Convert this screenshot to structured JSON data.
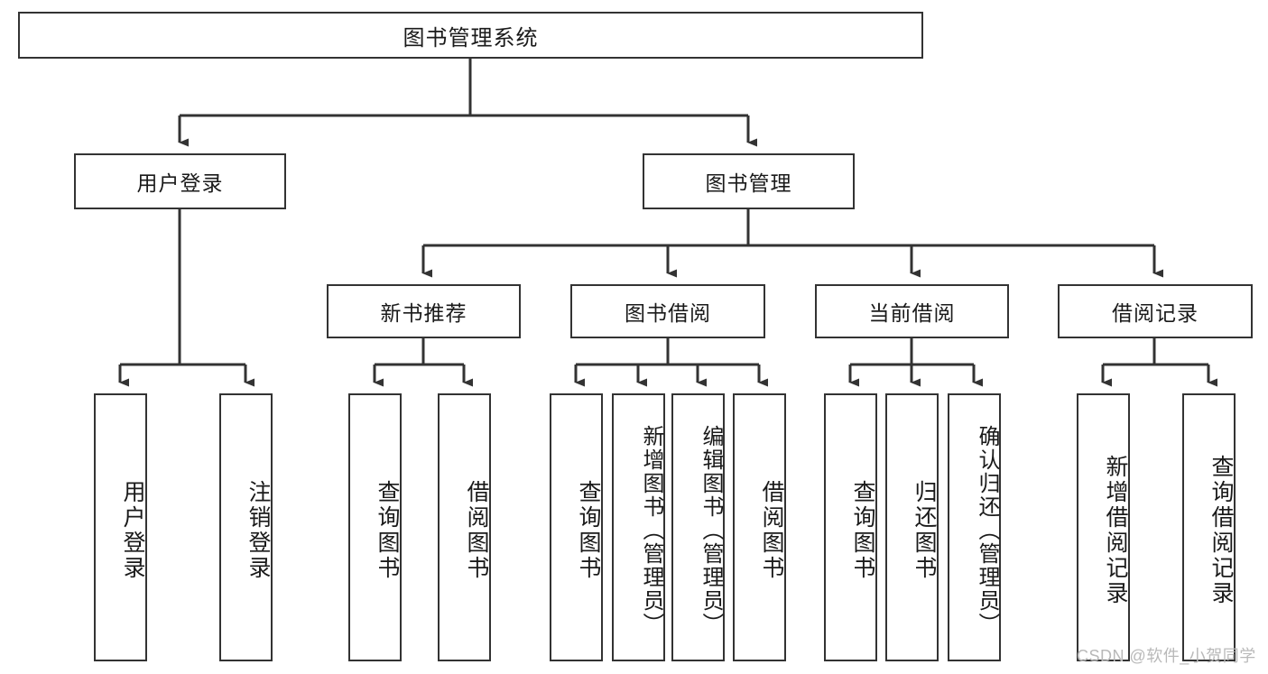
{
  "diagram": {
    "type": "tree-hierarchy",
    "title": "图书管理系统",
    "root": {
      "label": "图书管理系统"
    },
    "level2": [
      {
        "label": "用户登录"
      },
      {
        "label": "图书管理"
      }
    ],
    "level3": [
      {
        "label": "新书推荐"
      },
      {
        "label": "图书借阅"
      },
      {
        "label": "当前借阅"
      },
      {
        "label": "借阅记录"
      }
    ],
    "leaves": {
      "user_login": [
        {
          "label": "用户登录"
        },
        {
          "label": "注销登录"
        }
      ],
      "new_book_recommend": [
        {
          "label": "查询图书"
        },
        {
          "label": "借阅图书"
        }
      ],
      "book_borrow": [
        {
          "label": "查询图书"
        },
        {
          "label": "新增图书（管理员）"
        },
        {
          "label": "编辑图书（管理员）"
        },
        {
          "label": "借阅图书"
        }
      ],
      "current_borrow": [
        {
          "label": "查询图书"
        },
        {
          "label": "归还图书"
        },
        {
          "label": "确认归还（管理员）"
        }
      ],
      "borrow_record": [
        {
          "label": "新增借阅记录"
        },
        {
          "label": "查询借阅记录"
        }
      ]
    }
  },
  "watermark": {
    "text": "CSDN @软件_小贺同学"
  },
  "colors": {
    "stroke": "#333333",
    "fill": "#ffffff",
    "text": "#1a1a1a",
    "watermark": "#b9b9b9"
  }
}
